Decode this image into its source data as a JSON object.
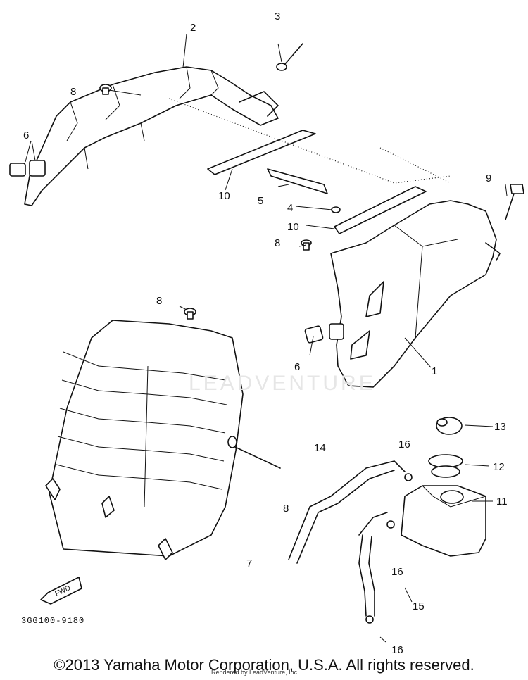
{
  "callouts": {
    "c1": "1",
    "c2": "2",
    "c3": "3",
    "c4": "4",
    "c5": "5",
    "c6a": "6",
    "c6b": "6",
    "c7": "7",
    "c8a": "8",
    "c8b": "8",
    "c8c": "8",
    "c8d": "8",
    "c9": "9",
    "c10a": "10",
    "c10b": "10",
    "c11": "11",
    "c12": "12",
    "c13": "13",
    "c14": "14",
    "c15": "15",
    "c16a": "16",
    "c16b": "16",
    "c16c": "16"
  },
  "fwd_label": "FWD",
  "part_code": "3GG100-9180",
  "watermark": "LEADVENTURE",
  "copyright": "©2013 Yamaha Motor Corporation, U.S.A. All rights reserved.",
  "rendered_by": "Rendered by LeadVenture, Inc."
}
